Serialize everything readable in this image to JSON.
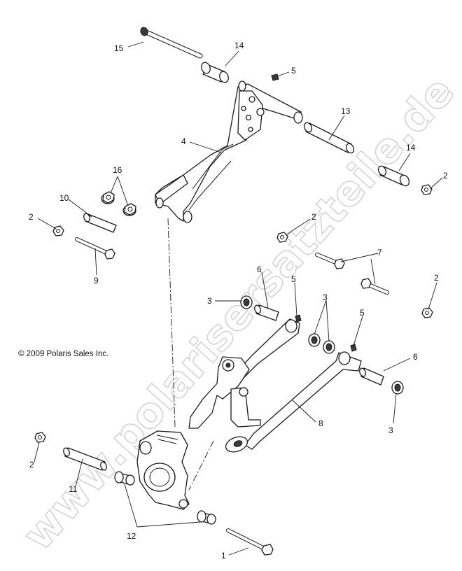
{
  "diagram": {
    "copyright": "© 2009 Polaris Sales Inc.",
    "watermark": "www.polarisersatzteile.de",
    "callouts": {
      "c15": "15",
      "c14a": "14",
      "c5a": "5",
      "c13": "13",
      "c14b": "14",
      "c4": "4",
      "c16": "16",
      "c2a": "2",
      "c10": "10",
      "c2b": "2",
      "c2c": "2",
      "c9": "9",
      "c7": "7",
      "c6a": "6",
      "c5b": "5",
      "c2d": "2",
      "c3a": "3",
      "c3b": "3",
      "c5c": "5",
      "c6b": "6",
      "c8": "8",
      "c3c": "3",
      "c2e": "2",
      "c11": "11",
      "c12": "12",
      "c1": "1"
    }
  }
}
